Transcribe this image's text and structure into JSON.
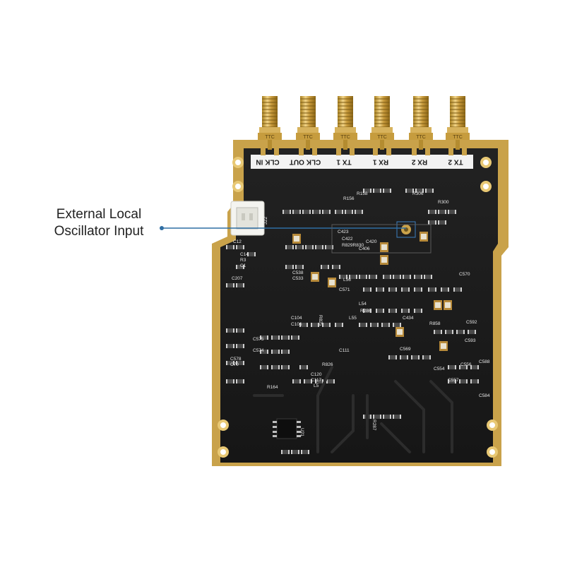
{
  "callout": {
    "line1": "External Local",
    "line2": "Oscillator Input"
  },
  "connector_labels": [
    "CLK IN",
    "CLK OUT",
    "TX 1",
    "RX 1",
    "RX 2",
    "TX 2"
  ],
  "connector_brand": "TTC",
  "silkscreen": {
    "j22": "J22",
    "r156": "R156",
    "r158": "R158",
    "r306": "R306",
    "r300": "R300",
    "c423": "C423",
    "c422": "C422",
    "r829r830": "R829R830",
    "c420": "C420",
    "c406": "C406",
    "c12": "C12",
    "c14": "C14",
    "r3": "R3",
    "c1": "C1",
    "c207": "C207",
    "c538": "C538",
    "c533": "C533",
    "l56": "L56",
    "c571": "C571",
    "c570": "C570",
    "l54": "L54",
    "r286": "R286",
    "l55": "L55",
    "c104": "C104",
    "c106": "C106",
    "r825": "R825",
    "c575": "C575",
    "c574": "C574",
    "c578": "C578",
    "c70": "C70",
    "c111": "C111",
    "c569": "C569",
    "c592": "C592",
    "c593": "C593",
    "c588": "C588",
    "c554": "C554",
    "c556": "C556",
    "c557": "C557",
    "c584": "C584",
    "r826": "R826",
    "c120": "C120",
    "c117": "C117",
    "l5": "L5",
    "r164": "R164",
    "u21": "U21",
    "r287": "R287",
    "r858": "R858",
    "c434": "C434"
  },
  "colors": {
    "board": "#1c1c1c",
    "gold": "#c9a24a",
    "gold_light": "#e8c874",
    "callout_line": "#2f6ea3",
    "silkscreen": "#e6e6e6",
    "background": "#ffffff"
  }
}
